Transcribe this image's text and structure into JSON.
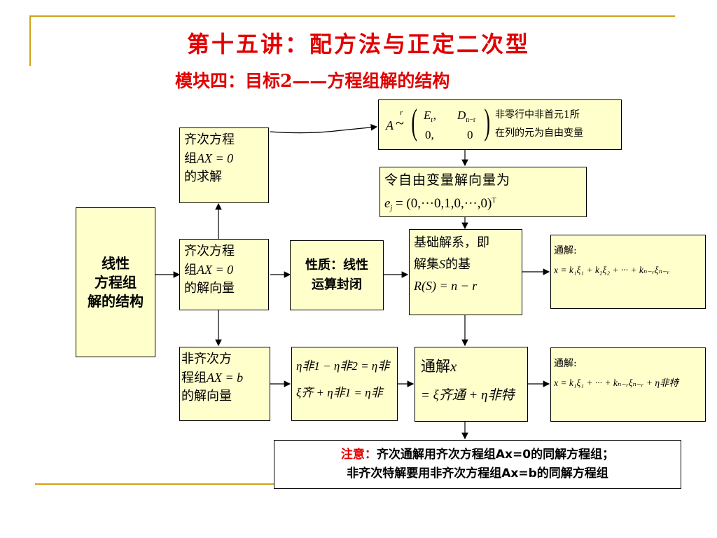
{
  "title": "第十五讲：配方法与正定二次型",
  "subtitle": "模块四：目标2——方程组解的结构",
  "colors": {
    "title": "#e00000",
    "box_fill": "#ffffcc",
    "decor_line": "#d4a017"
  },
  "main_box": [
    "线性",
    "方程组",
    "解的结构"
  ],
  "hom_solve": {
    "line1": "齐次方程",
    "line2_prefix": "组",
    "eq": "AX = 0",
    "line3": "的求解"
  },
  "hom_vec": {
    "line1": "齐次方程",
    "line2_prefix": "组",
    "eq": "AX = 0",
    "line3": "的解向量"
  },
  "nonhom_vec": {
    "line1": "非齐次方",
    "line2_prefix": "程组",
    "eq": "AX = b",
    "line3": "的解向量"
  },
  "property": {
    "line1": "性质：线性",
    "line2": "运算封闭"
  },
  "echelon": {
    "matrix_lhs": "A",
    "tilde_sup": "r",
    "e_r": "E",
    "e_r_sub": "r",
    "d": "D",
    "d_sub": "n−r",
    "zero1": "0,",
    "zero2": "0",
    "note1": "非零行中非首元1所",
    "note2": "在列的元为自由变量"
  },
  "free_var": {
    "line1": "令自由变量解向量为",
    "ej": "e",
    "ej_sub": "j",
    "ej_val": "= (0,···0,1,0,···,0)",
    "sup": "T"
  },
  "basis": {
    "line1": "基础解系，即",
    "line2_prefix": "解集",
    "line2_s": "S",
    "line2_suffix": "的基",
    "rank": "R(S) = n − r"
  },
  "general_hom": {
    "label": "通解:",
    "formula": "x = k₁ξ₁ + k₂ξ₂ + ··· + kₙ₋ᵣξₙ₋ᵣ"
  },
  "eta_box": {
    "line1": "η非1 − η非2 = η非",
    "line2": "ξ齐 + η非1 = η非"
  },
  "general_x": {
    "line1_prefix": "通解",
    "line1_x": "x",
    "line2": "= ξ齐通 + η非特"
  },
  "general_nonhom": {
    "label": "通解:",
    "formula": "x = k₁ξ₁ + ··· + kₙ₋ᵣξₙ₋ᵣ + η非特"
  },
  "note": {
    "label": "注意：",
    "line1": "齐次通解用齐次方程组Ax=0的同解方程组；",
    "line2": "非齐次特解要用非齐次方程组Ax=b的同解方程组"
  }
}
